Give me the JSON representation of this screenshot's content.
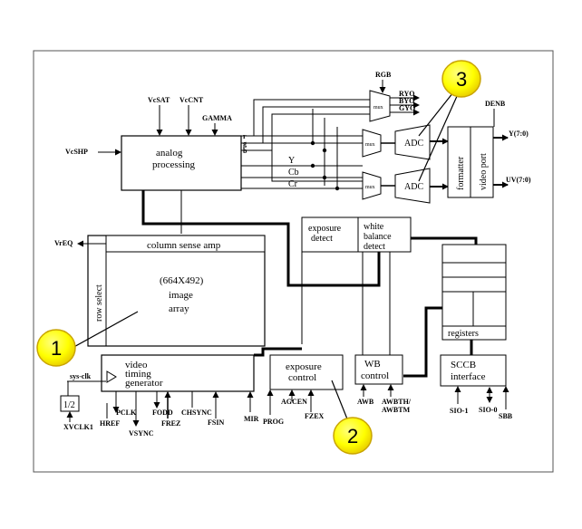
{
  "blocks": {
    "analog": [
      "analog",
      "processing"
    ],
    "column_amp": "column sense amp",
    "row_select": "row select",
    "image": [
      "(664X492)",
      "image",
      "array"
    ],
    "exposure_detect": [
      "exposure",
      "detect"
    ],
    "wb_detect": [
      "white",
      "balance",
      "detect"
    ],
    "registers": "registers",
    "video_timing": [
      "video",
      "timing",
      "generator"
    ],
    "exposure_control": [
      "exposure",
      "control"
    ],
    "wb_control": [
      "WB",
      "control"
    ],
    "sccb": [
      "SCCB",
      "interface"
    ],
    "formatter": "formatter",
    "video_port": "video port",
    "adc1": "ADC",
    "adc2": "ADC",
    "mux": [
      "mux",
      "mux",
      "mux"
    ],
    "half": "1/2"
  },
  "signals": {
    "vcsat": "VcSAT",
    "vccnt": "VcCNT",
    "gamma": "GAMMA",
    "vcshp": "VcSHP",
    "vreq": "VrEQ",
    "rgb": "RGB",
    "r": "r",
    "g": "g",
    "b": "b",
    "y": "Y",
    "cb": "Cb",
    "cr": "Cr",
    "ryo": "RYO",
    "byo": "BYO",
    "gyo": "GYO",
    "denb": "DENB",
    "y_out": "Y(7:0)",
    "uv_out": "UV(7:0)",
    "sysclk": "sys-clk",
    "xvclk1": "XVCLK1",
    "pclk": "PCLK",
    "href": "HREF",
    "vsync": "VSYNC",
    "fodd": "FODD",
    "frez": "FREZ",
    "chsync": "CHSYNC",
    "fsin": "FSIN",
    "mir": "MIR",
    "prog": "PROG",
    "agcen": "AGCEN",
    "fzex": "FZEX",
    "awb": "AWB",
    "awbth": "AWBTH/",
    "awbtm": "AWBTM",
    "sio1": "SIO-1",
    "sio0": "SIO-0",
    "sbb": "SBB"
  },
  "callouts": [
    "1",
    "2",
    "3"
  ],
  "colors": {
    "callout_fill": "#FFFF00",
    "callout_stroke": "#D4A017",
    "line": "#000000"
  }
}
